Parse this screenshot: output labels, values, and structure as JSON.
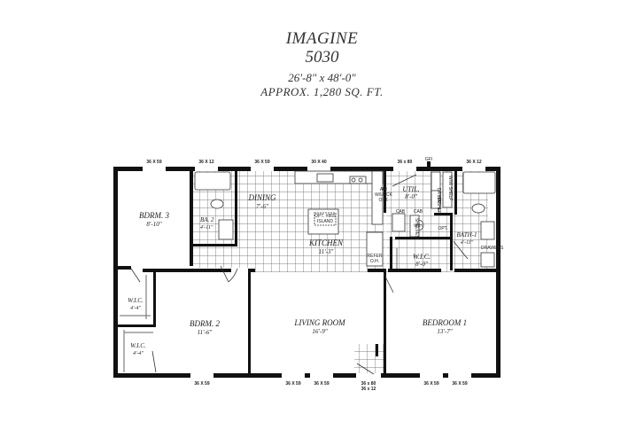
{
  "header": {
    "model_name": "IMAGINE",
    "model_number": "5030",
    "dimensions": "26'-8\" x 48'-0\"",
    "area": "APPROX. 1,280 SQ. FT."
  },
  "rooms": [
    {
      "name": "BDRM. 3",
      "size": "8'-10\""
    },
    {
      "name": "BA. 2",
      "size": "4'-11\""
    },
    {
      "name": "DINING",
      "size": "7'-6\""
    },
    {
      "name": "KITCHEN",
      "size": "11'-3\""
    },
    {
      "name": "UTIL.",
      "size": "8'-0\""
    },
    {
      "name": "BATH-1",
      "size": "4'-11\""
    },
    {
      "name": "W.I.C.",
      "size": "8'-0\""
    },
    {
      "name": "W.I.C.",
      "size": "4'-4\""
    },
    {
      "name": "W.I.C.",
      "size": "4'-4\""
    },
    {
      "name": "BDRM. 2",
      "size": "11'-6\""
    },
    {
      "name": "LIVING ROOM",
      "size": "16'-9\""
    },
    {
      "name": "BEDROOM 1",
      "size": "13'-7\""
    }
  ],
  "fixtures": {
    "island": [
      "OPT. #865",
      "ISLAND"
    ],
    "refer": [
      "REFER",
      "O.H."
    ],
    "dryer": "DRYER",
    "washer": "WASHER",
    "shelf": "W/W SHELF",
    "shelves": "SHELVES",
    "cab1": "CAB",
    "cab2": "CAB",
    "wh": "W/H",
    "opt": "OPT.",
    "drawers": "DRAWERS",
    "gfi": "GFI",
    "opt_lock": [
      "OPT.",
      "AIR",
      "W/LOCK"
    ]
  },
  "windows": {
    "top": [
      "36 X 59",
      "36 X 12",
      "36 X 59",
      "30 X 40",
      "36 x 80",
      "36 X 12"
    ],
    "bottom": [
      "36 X 59",
      "36 X 59",
      "36 X 59",
      "36 x 80",
      "36 x 12",
      "36 X 59",
      "36 X 59"
    ]
  }
}
